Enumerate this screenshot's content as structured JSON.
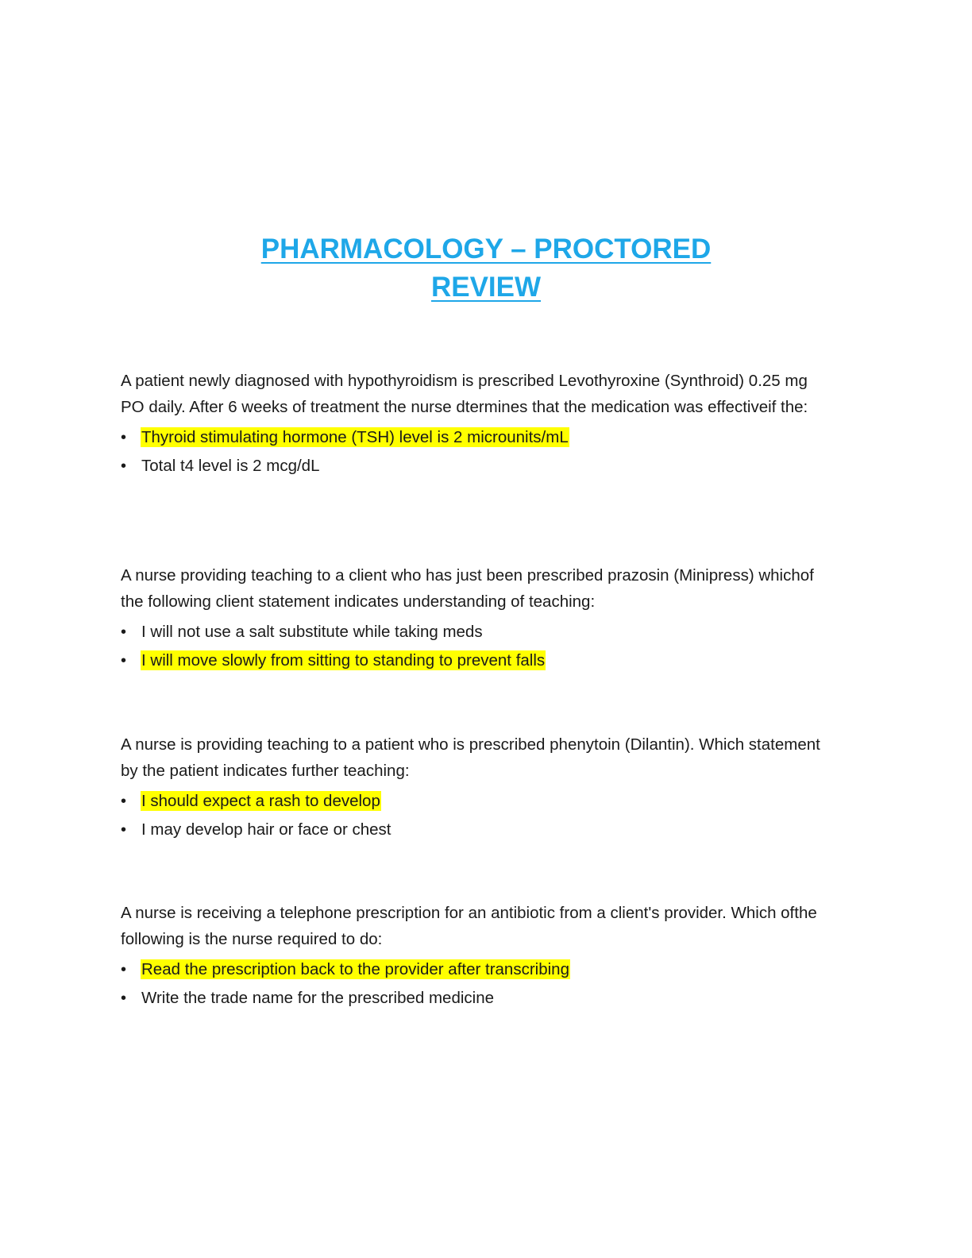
{
  "title": {
    "line1": "PHARMACOLOGY – PROCTORED",
    "line2": "REVIEW"
  },
  "highlight_color": "#ffff00",
  "title_color": "#1ea7e8",
  "questions": [
    {
      "text": "A patient newly diagnosed with hypothyroidism is prescribed Levothyroxine (Synthroid) 0.25 mg PO daily. After 6 weeks of treatment the nurse dtermines that the medication was effectiveif the:",
      "options": [
        {
          "label": "Thyroid stimulating hormone (TSH) level is 2 microunits/mL",
          "highlighted": true
        },
        {
          "label": "Total t4 level is 2 mcg/dL",
          "highlighted": false
        }
      ]
    },
    {
      "text": "A nurse providing teaching to a client who has just been prescribed prazosin (Minipress) whichof the following client statement indicates understanding of teaching:",
      "options": [
        {
          "label": "I will not use a salt substitute while taking meds",
          "highlighted": false
        },
        {
          "label": "I will move slowly from sitting to standing to prevent falls",
          "highlighted": true
        }
      ]
    },
    {
      "text": "A nurse is providing teaching to a patient who is prescribed phenytoin (Dilantin). Which statement by the patient indicates further teaching:",
      "options": [
        {
          "label": "I should expect a rash to develop",
          "highlighted": true
        },
        {
          "label": "I may develop hair or face or chest",
          "highlighted": false
        }
      ]
    },
    {
      "text": "A nurse is receiving a telephone prescription for an antibiotic from a client's provider. Which ofthe following is the nurse required to do:",
      "options": [
        {
          "label": "Read the prescription back to the provider after transcribing",
          "highlighted": true
        },
        {
          "label": "Write the trade name for the prescribed medicine",
          "highlighted": false
        }
      ]
    }
  ]
}
